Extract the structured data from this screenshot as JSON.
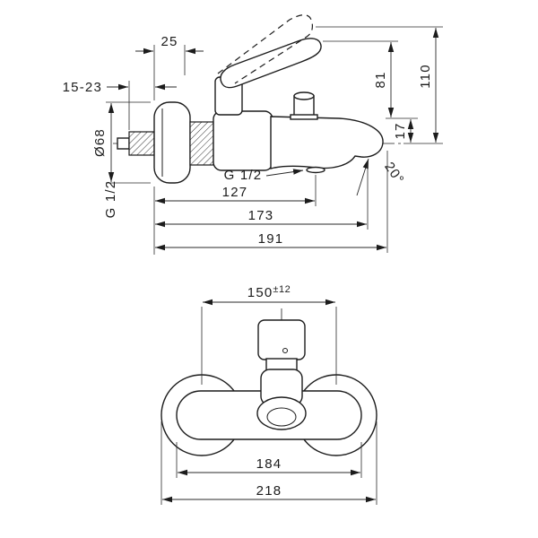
{
  "drawing": {
    "type": "technical-dimension-drawing",
    "subject": "wall-mounted single-lever bath mixer"
  },
  "side_view": {
    "dim_lever_depth": "25",
    "dim_wall_distance": "15-23",
    "dim_escutcheon_diameter": "Ø68",
    "label_inlet_thread": "G 1/2",
    "label_outlet_thread": "G 1/2",
    "dim_height_lever": "81",
    "dim_height_spout_top": "17",
    "dim_height_total": "110",
    "dim_spout_angle": "20°",
    "dim_reach_outlet": "127",
    "dim_reach_spout": "173",
    "dim_reach_total": "191"
  },
  "front_view": {
    "dim_connection_distance_value": "150",
    "dim_connection_distance_tolerance": "±12",
    "dim_body_width": "184",
    "dim_total_width": "218"
  },
  "colors": {
    "line": "#1c1c1c",
    "background": "#ffffff"
  }
}
